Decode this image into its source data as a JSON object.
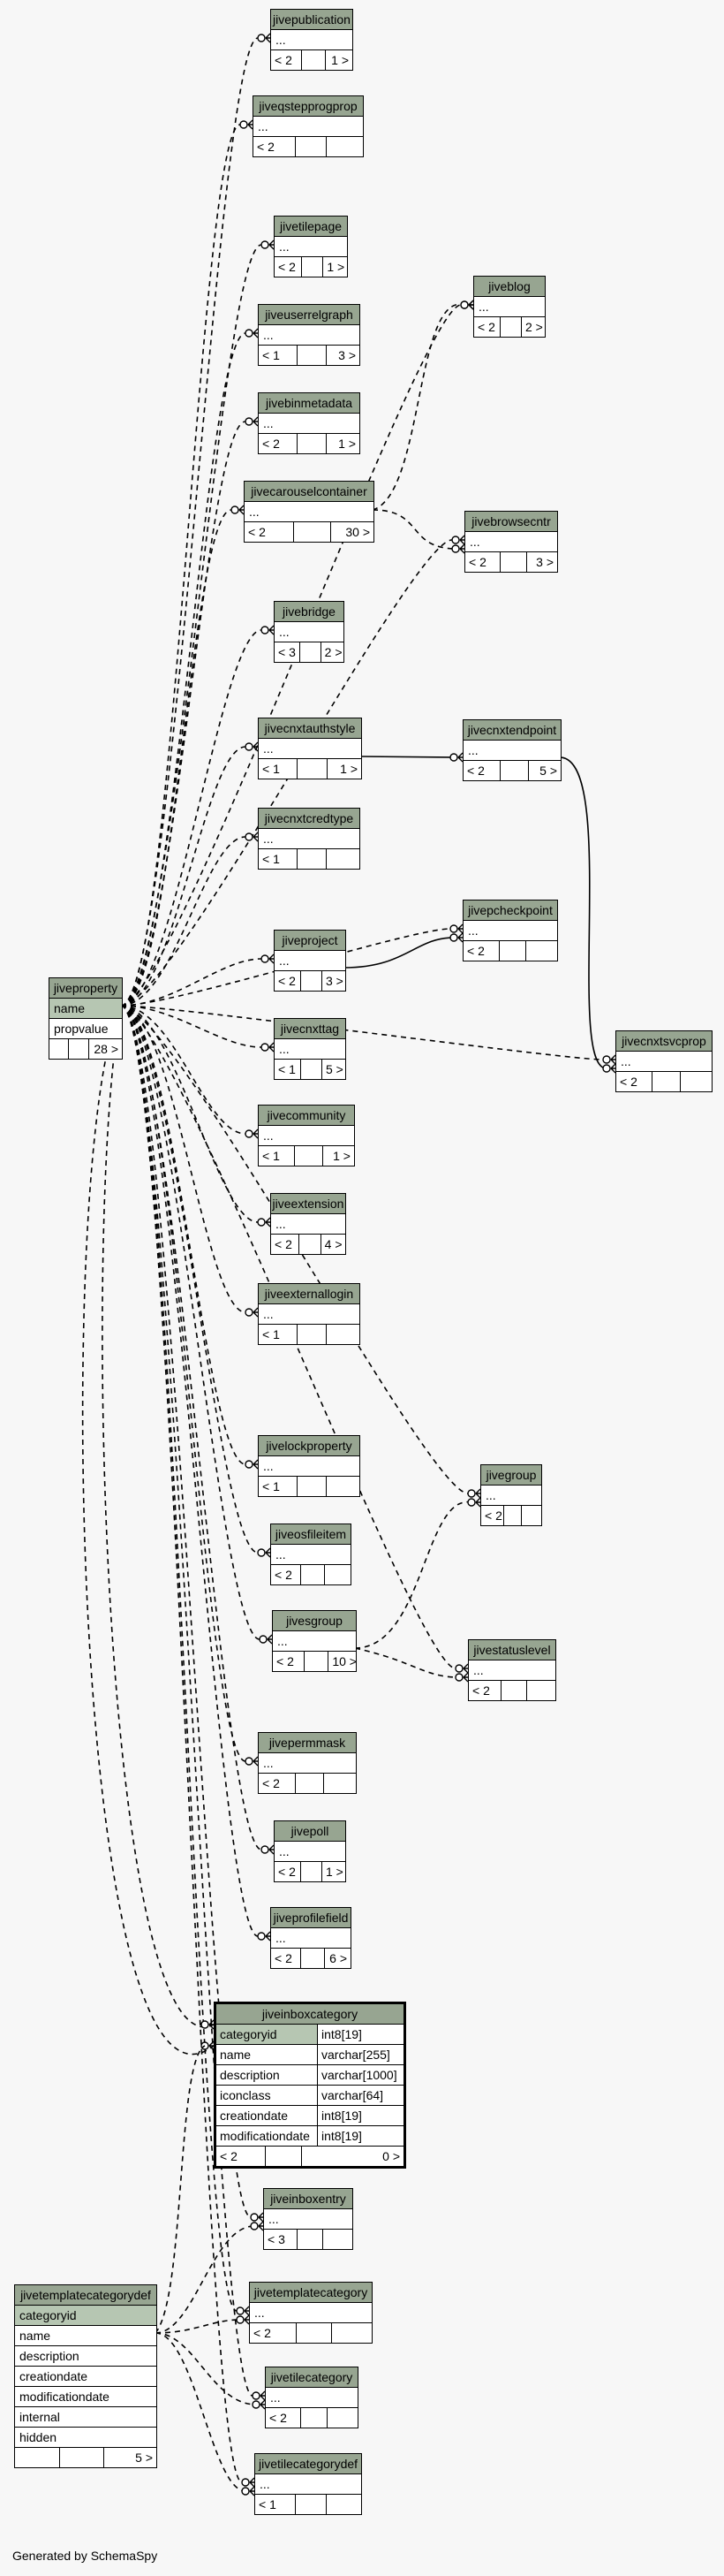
{
  "credit": "Generated by SchemaSpy",
  "hub": {
    "name": "jiveproperty",
    "columns": [
      "name",
      "propvalue"
    ],
    "footer": [
      "",
      "",
      "28 >"
    ]
  },
  "inbox": {
    "name": "jiveinboxcategory",
    "columns": [
      {
        "name": "categoryid",
        "type": "int8[19]"
      },
      {
        "name": "name",
        "type": "varchar[255]"
      },
      {
        "name": "description",
        "type": "varchar[1000]"
      },
      {
        "name": "iconclass",
        "type": "varchar[64]"
      },
      {
        "name": "creationdate",
        "type": "int8[19]"
      },
      {
        "name": "modificationdate",
        "type": "int8[19]"
      }
    ],
    "footer": [
      "< 2",
      "",
      "0 >"
    ]
  },
  "templatedef": {
    "name": "jivetemplatecategorydef",
    "columns": [
      "categoryid",
      "name",
      "description",
      "creationdate",
      "modificationdate",
      "internal",
      "hidden"
    ],
    "footer": [
      "",
      "",
      "5 >"
    ]
  },
  "tables": [
    {
      "name": "jivepublication",
      "row": "...",
      "footer": [
        "< 2",
        "",
        "1 >"
      ]
    },
    {
      "name": "jiveqstepprogprop",
      "row": "...",
      "footer": [
        "< 2",
        "",
        ""
      ]
    },
    {
      "name": "jivetilepage",
      "row": "...",
      "footer": [
        "< 2",
        "",
        "1 >"
      ]
    },
    {
      "name": "jiveblog",
      "row": "...",
      "footer": [
        "< 2",
        "",
        "2 >"
      ]
    },
    {
      "name": "jiveuserrelgraph",
      "row": "...",
      "footer": [
        "< 1",
        "",
        "3 >"
      ]
    },
    {
      "name": "jivebinmetadata",
      "row": "...",
      "footer": [
        "< 2",
        "",
        "1 >"
      ]
    },
    {
      "name": "jivecarouselcontainer",
      "row": "...",
      "footer": [
        "< 2",
        "",
        "30 >"
      ]
    },
    {
      "name": "jivebrowsecntr",
      "row": "...",
      "footer": [
        "< 2",
        "",
        "3 >"
      ]
    },
    {
      "name": "jivebridge",
      "row": "...",
      "footer": [
        "< 3",
        "",
        "2 >"
      ]
    },
    {
      "name": "jivecnxtauthstyle",
      "row": "...",
      "footer": [
        "< 1",
        "",
        "1 >"
      ]
    },
    {
      "name": "jivecnxtendpoint",
      "row": "...",
      "footer": [
        "< 2",
        "",
        "5 >"
      ]
    },
    {
      "name": "jivecnxtcredtype",
      "row": "...",
      "footer": [
        "< 1",
        "",
        ""
      ]
    },
    {
      "name": "jivepcheckpoint",
      "row": "...",
      "footer": [
        "< 2",
        "",
        ""
      ]
    },
    {
      "name": "jiveproject",
      "row": "...",
      "footer": [
        "< 2",
        "",
        "3 >"
      ]
    },
    {
      "name": "jivecnxtsvcprop",
      "row": "...",
      "footer": [
        "< 2",
        "",
        ""
      ]
    },
    {
      "name": "jivecnxttag",
      "row": "...",
      "footer": [
        "< 1",
        "",
        "5 >"
      ]
    },
    {
      "name": "jivecommunity",
      "row": "...",
      "footer": [
        "< 1",
        "",
        "1 >"
      ]
    },
    {
      "name": "jiveextension",
      "row": "...",
      "footer": [
        "< 2",
        "",
        "4 >"
      ]
    },
    {
      "name": "jiveexternallogin",
      "row": "...",
      "footer": [
        "< 1",
        "",
        ""
      ]
    },
    {
      "name": "jivelockproperty",
      "row": "...",
      "footer": [
        "< 1",
        "",
        ""
      ]
    },
    {
      "name": "jivegroup",
      "row": "...",
      "footer": [
        "< 2",
        "",
        ""
      ]
    },
    {
      "name": "jiveosfileitem",
      "row": "...",
      "footer": [
        "< 2",
        "",
        ""
      ]
    },
    {
      "name": "jivesgroup",
      "row": "...",
      "footer": [
        "< 2",
        "",
        "10 >"
      ]
    },
    {
      "name": "jivestatuslevel",
      "row": "...",
      "footer": [
        "< 2",
        "",
        ""
      ]
    },
    {
      "name": "jivepermmask",
      "row": "...",
      "footer": [
        "< 2",
        "",
        ""
      ]
    },
    {
      "name": "jivepoll",
      "row": "...",
      "footer": [
        "< 2",
        "",
        "1 >"
      ]
    },
    {
      "name": "jiveprofilefield",
      "row": "...",
      "footer": [
        "< 2",
        "",
        "6 >"
      ]
    },
    {
      "name": "jiveinboxentry",
      "row": "...",
      "footer": [
        "< 3",
        "",
        ""
      ]
    },
    {
      "name": "jivetemplatecategory",
      "row": "...",
      "footer": [
        "< 2",
        "",
        ""
      ]
    },
    {
      "name": "jivetilecategory",
      "row": "...",
      "footer": [
        "< 2",
        "",
        ""
      ]
    },
    {
      "name": "jivetilecategorydef",
      "row": "...",
      "footer": [
        "< 1",
        "",
        ""
      ]
    }
  ]
}
